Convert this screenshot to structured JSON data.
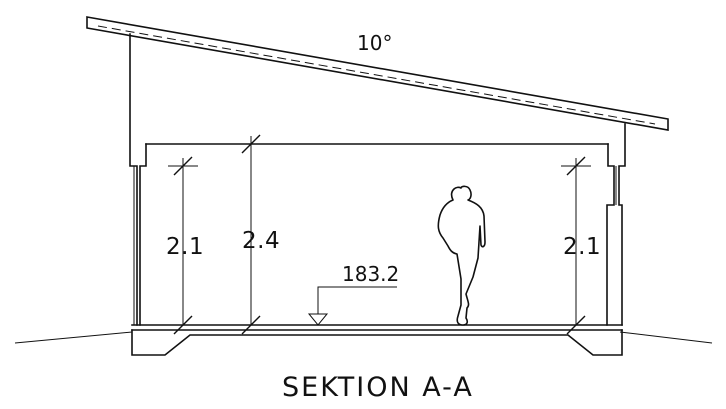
{
  "drawing": {
    "title": "SEKTION A-A",
    "roof_pitch": "10°",
    "floor_level": "183.2",
    "dimensions": {
      "left_opening_height": "2.1",
      "room_height": "2.4",
      "right_opening_height": "2.1"
    }
  }
}
